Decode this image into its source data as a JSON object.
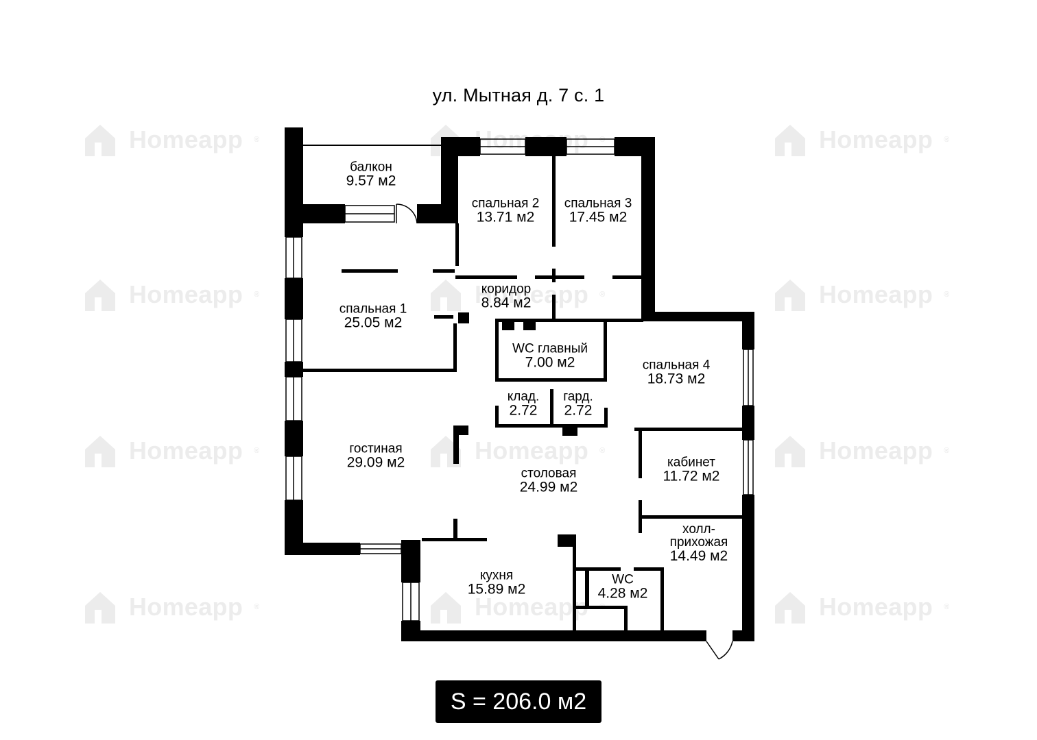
{
  "address": "ул. Мытная д. 7 с. 1",
  "watermark": "Homeapp",
  "watermark_mark": "®",
  "total": "S = 206.0 м2",
  "rooms": [
    {
      "name": "балкон",
      "area": "9.57 м2"
    },
    {
      "name": "спальная 2",
      "area": "13.71 м2"
    },
    {
      "name": "спальная 3",
      "area": "17.45 м2"
    },
    {
      "name": "коридор",
      "area": "8.84 м2"
    },
    {
      "name": "спальная 1",
      "area": "25.05 м2"
    },
    {
      "name": "WC главный",
      "area": "7.00 м2"
    },
    {
      "name": "спальная 4",
      "area": "18.73 м2"
    },
    {
      "name": "клад.",
      "area": "2.72"
    },
    {
      "name": "гард.",
      "area": "2.72"
    },
    {
      "name": "гостиная",
      "area": "29.09 м2"
    },
    {
      "name": "столовая",
      "area": "24.99 м2"
    },
    {
      "name": "кабинет",
      "area": "11.72 м2"
    },
    {
      "name": "холл-",
      "name2": "прихожая",
      "area": "14.49 м2"
    },
    {
      "name": "кухня",
      "area": "15.89 м2"
    },
    {
      "name": "WC",
      "area": "4.28 м2"
    }
  ]
}
